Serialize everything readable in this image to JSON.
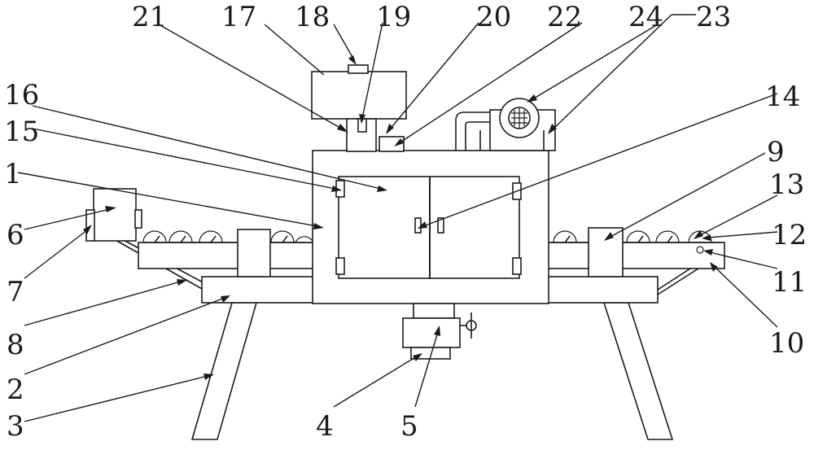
{
  "callouts": [
    "21",
    "17",
    "18",
    "19",
    "20",
    "22",
    "24",
    "23",
    "16",
    "15",
    "14",
    "1",
    "9",
    "13",
    "6",
    "12",
    "7",
    "11",
    "8",
    "10",
    "2",
    "3",
    "4",
    "5"
  ]
}
